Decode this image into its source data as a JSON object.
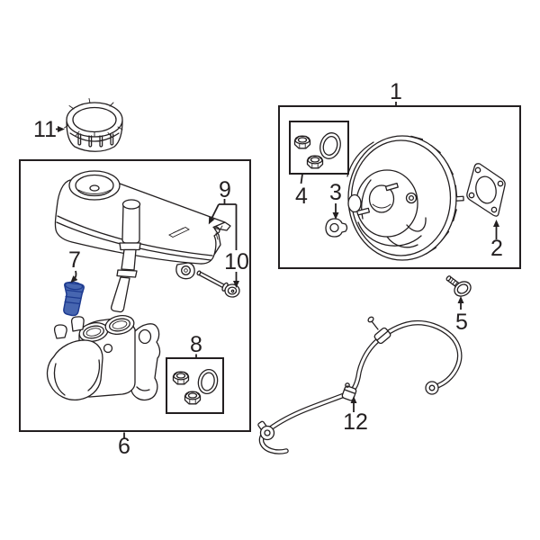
{
  "colors": {
    "background": "#ffffff",
    "line": "#231f20",
    "highlight_fill": "#4766b0",
    "highlight_stroke": "#1d3a8f"
  },
  "callouts": [
    "1",
    "2",
    "3",
    "4",
    "5",
    "6",
    "7",
    "8",
    "9",
    "10",
    "11",
    "12"
  ],
  "highlighted_callout": "7"
}
